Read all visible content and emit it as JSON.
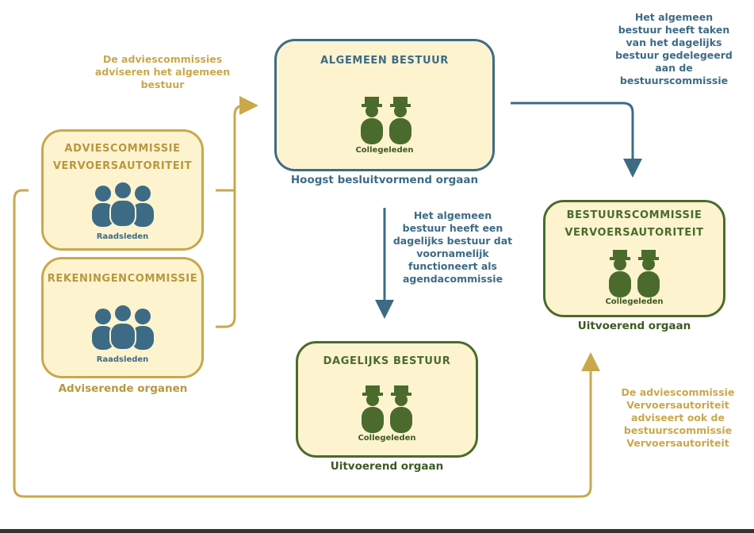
{
  "colors": {
    "gold": "#c9a84c",
    "blue": "#3d6b85",
    "green": "#4a6b2c",
    "box_fill": "#fdf3cf"
  },
  "icons": {
    "council_members": "people-group-icon",
    "college_members": "top-hat-people-icon"
  },
  "boxes": {
    "adviescommissie": {
      "title_line1": "ADVIESCOMMISSIE",
      "title_line2": "VERVOERSAUTORITEIT",
      "caption": "Raadsleden"
    },
    "rekeningencommissie": {
      "title": "REKENINGENCOMMISSIE",
      "caption": "Raadsleden"
    },
    "algemeen_bestuur": {
      "title": "ALGEMEEN BESTUUR",
      "caption": "Collegeleden"
    },
    "dagelijks_bestuur": {
      "title": "DAGELIJKS BESTUUR",
      "caption": "Collegeleden"
    },
    "bestuurscommissie": {
      "title_line1": "BESTUURSCOMMISSIE",
      "title_line2": "VERVOERSAUTORITEIT",
      "caption": "Collegeleden"
    }
  },
  "labels": {
    "adviserende_organen": "Adviserende organen",
    "hoogst_besluitvormend": "Hoogst besluitvormend orgaan",
    "uitvoerend_dagelijks": "Uitvoerend orgaan",
    "uitvoerend_bestuurscommissie": "Uitvoerend orgaan"
  },
  "notes": {
    "advies_to_ab": [
      "De adviescommissies",
      "adviseren het algemeen",
      "bestuur"
    ],
    "ab_delegates": [
      "Het algemeen",
      "bestuur heeft taken",
      "van het dagelijks",
      "bestuur gedelegeerd",
      "aan de",
      "bestuurscommissie"
    ],
    "ab_has_db": [
      "Het algemeen",
      "bestuur heeft een",
      "dagelijks bestuur dat",
      "voornamelijk",
      "functioneert als",
      "agendacommissie"
    ],
    "advies_also": [
      "De adviescommissie",
      "Vervoersautoriteit",
      "adviseert ook de",
      "bestuurscommissie",
      "Vervoersautoriteit"
    ]
  }
}
